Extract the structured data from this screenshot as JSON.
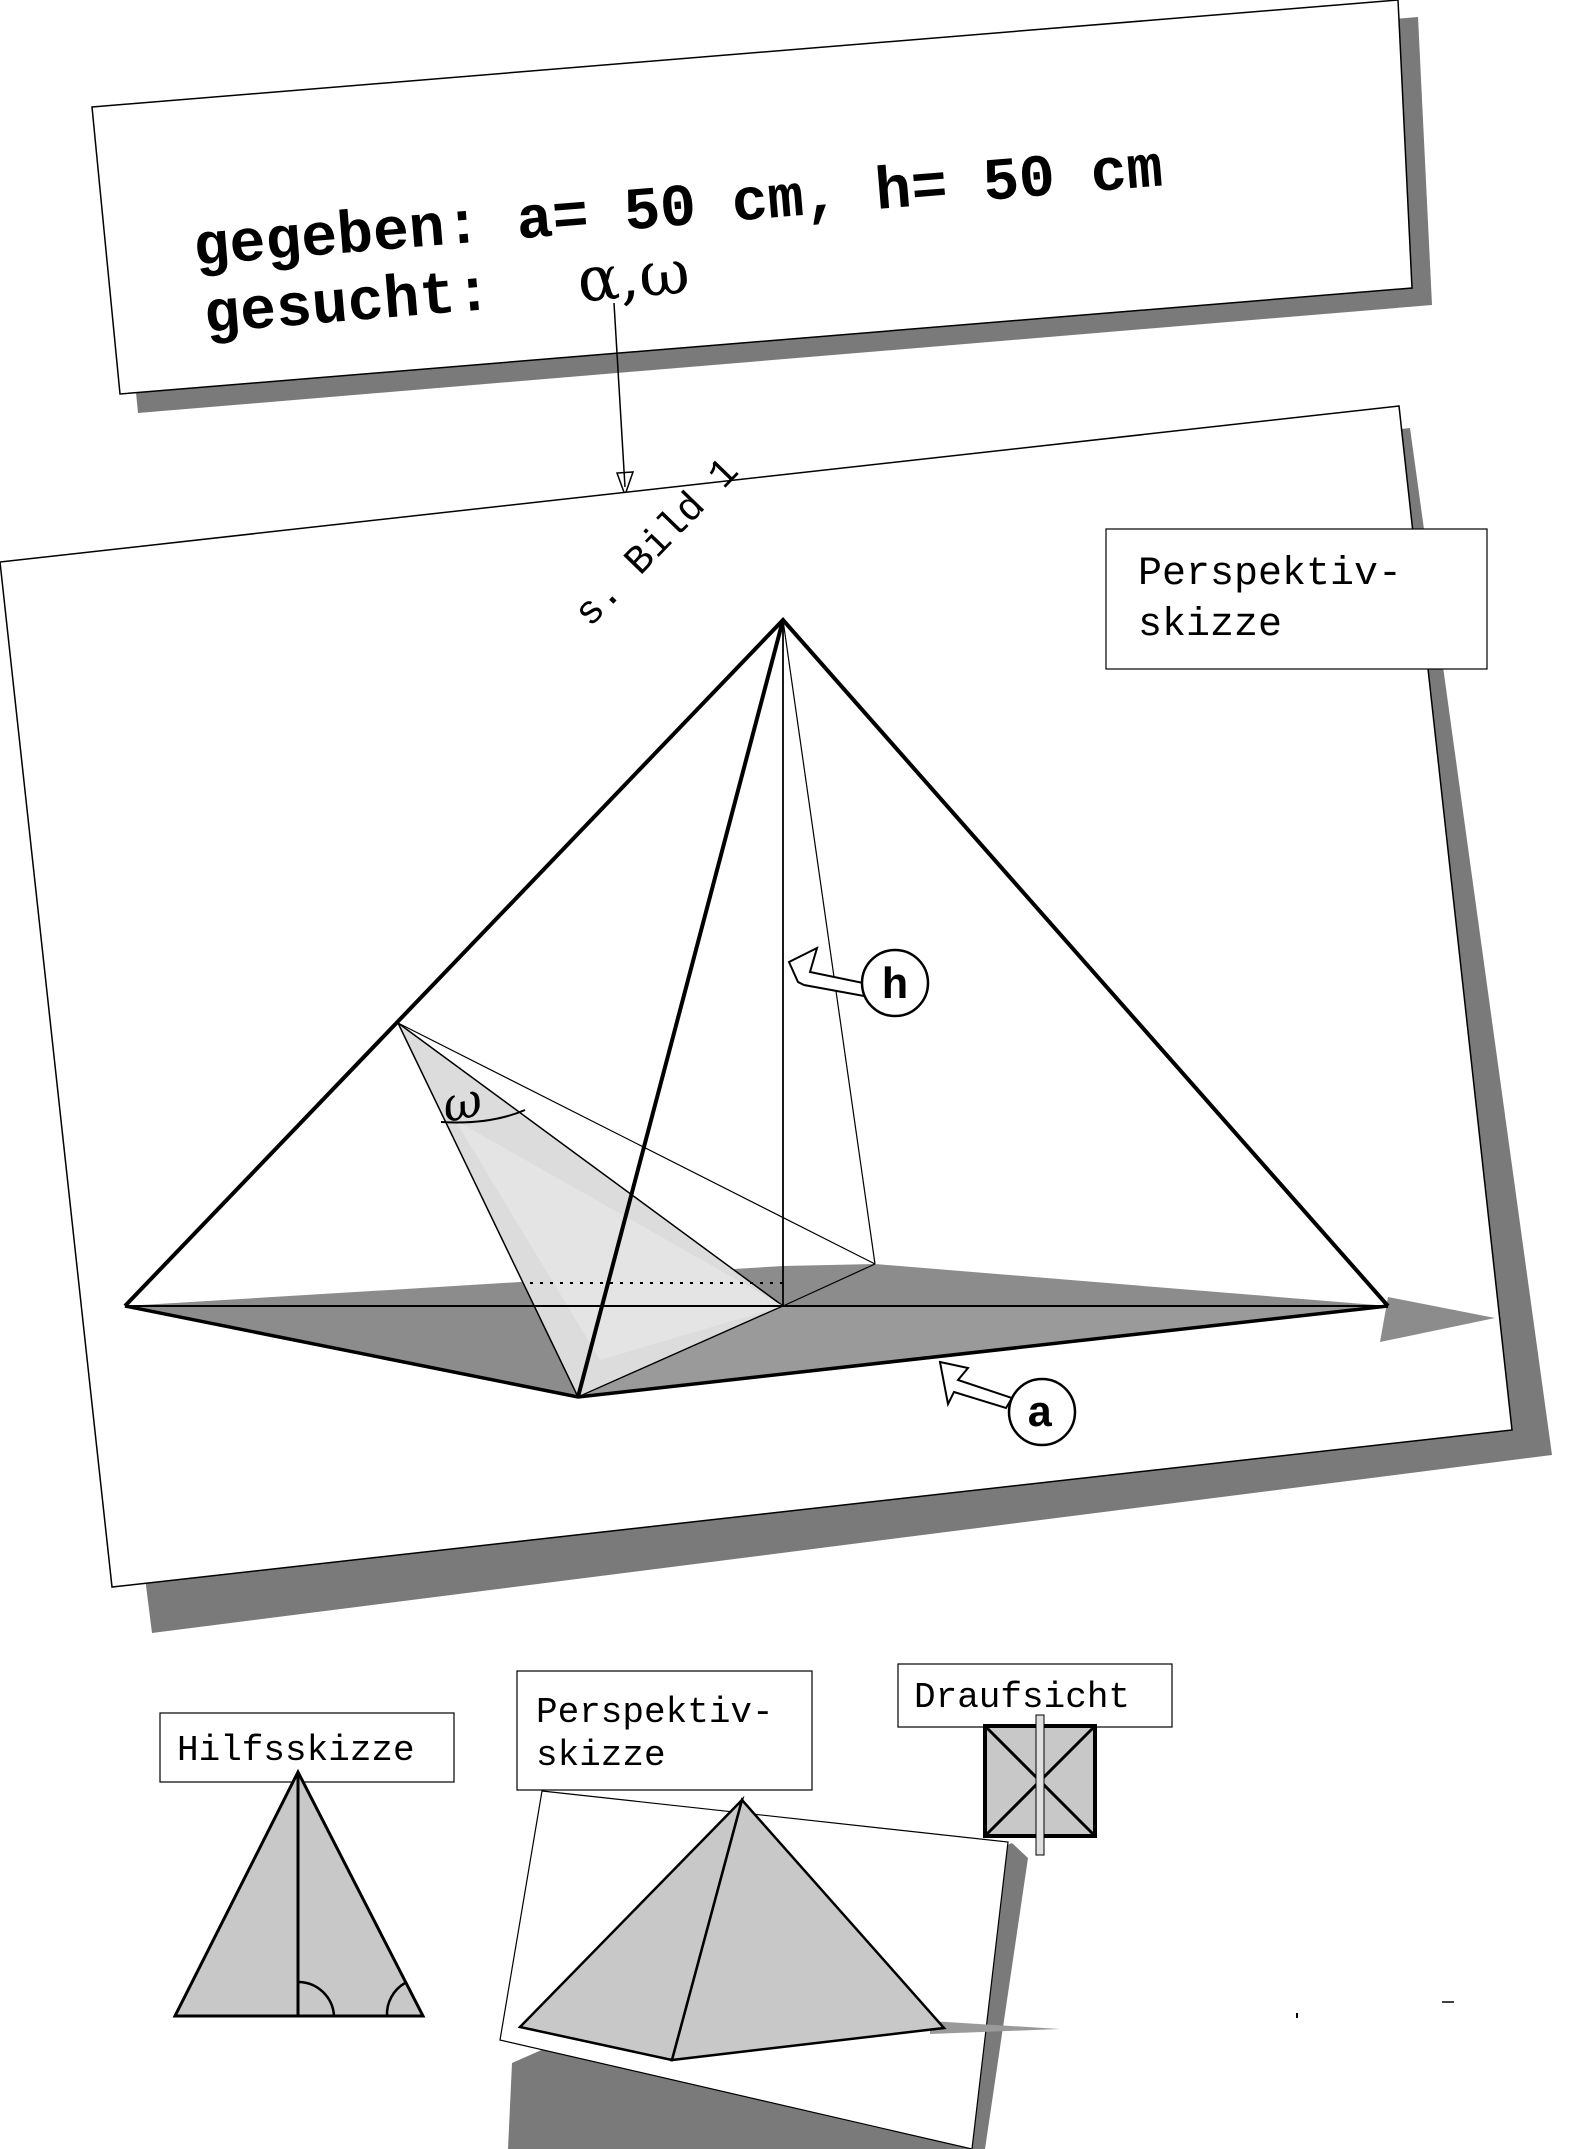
{
  "header": {
    "given_line": "gegeben: a= 50 cm, h= 50 cm",
    "wanted_label": "gesucht:",
    "wanted_symbols": "α,ω"
  },
  "main_figure": {
    "reference_note": "s. Bild 1",
    "caption_line1": "Perspektiv-",
    "caption_line2": "skizze",
    "label_h": "h",
    "label_a": "a",
    "label_omega": "ω"
  },
  "small_figures": {
    "aux_caption": "Hilfsskizze",
    "persp_caption_line1": "Perspektiv-",
    "persp_caption_line2": "skizze",
    "top_view_caption": "Draufsicht"
  },
  "colors": {
    "shadow": "#7a7a7a",
    "face_dark": "#8c8c8c",
    "face_light": "#d0d0d0",
    "stroke": "#000000"
  }
}
